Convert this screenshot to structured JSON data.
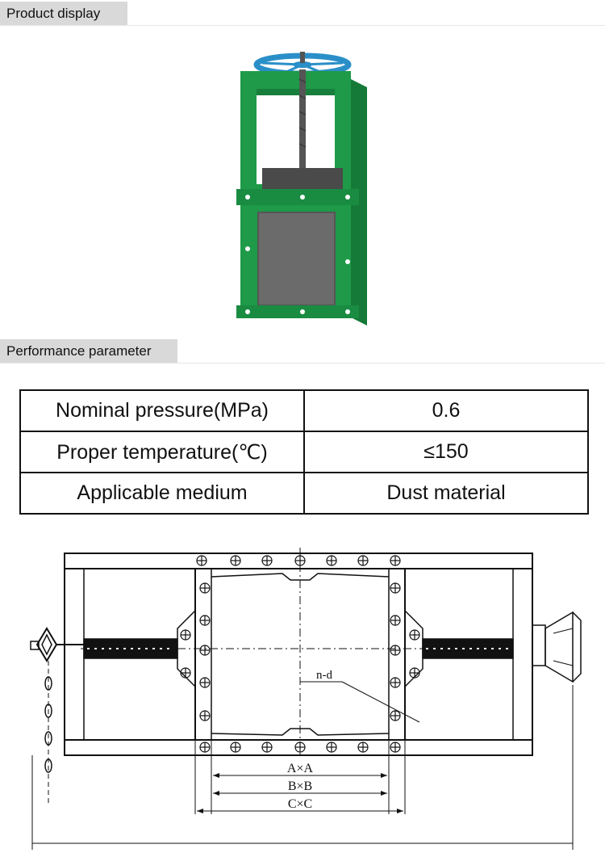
{
  "sections": {
    "product_display": "Product display",
    "performance_parameter": "Performance parameter"
  },
  "parameters": [
    {
      "label": "Nominal pressure(MPa)",
      "value": "0.6"
    },
    {
      "label": "Proper temperature(℃)",
      "value": "≤150"
    },
    {
      "label": "Applicable medium",
      "value": "Dust material"
    }
  ],
  "drawing": {
    "nd_label": "n-d",
    "dim_a": "A×A",
    "dim_b": "B×B",
    "dim_c": "C×C"
  },
  "colors": {
    "frame_green": "#1e9a48",
    "handwheel_blue": "#2a8fc8",
    "gate_gray": "#6b6b6b",
    "tab_gray": "#d9d9d9"
  }
}
